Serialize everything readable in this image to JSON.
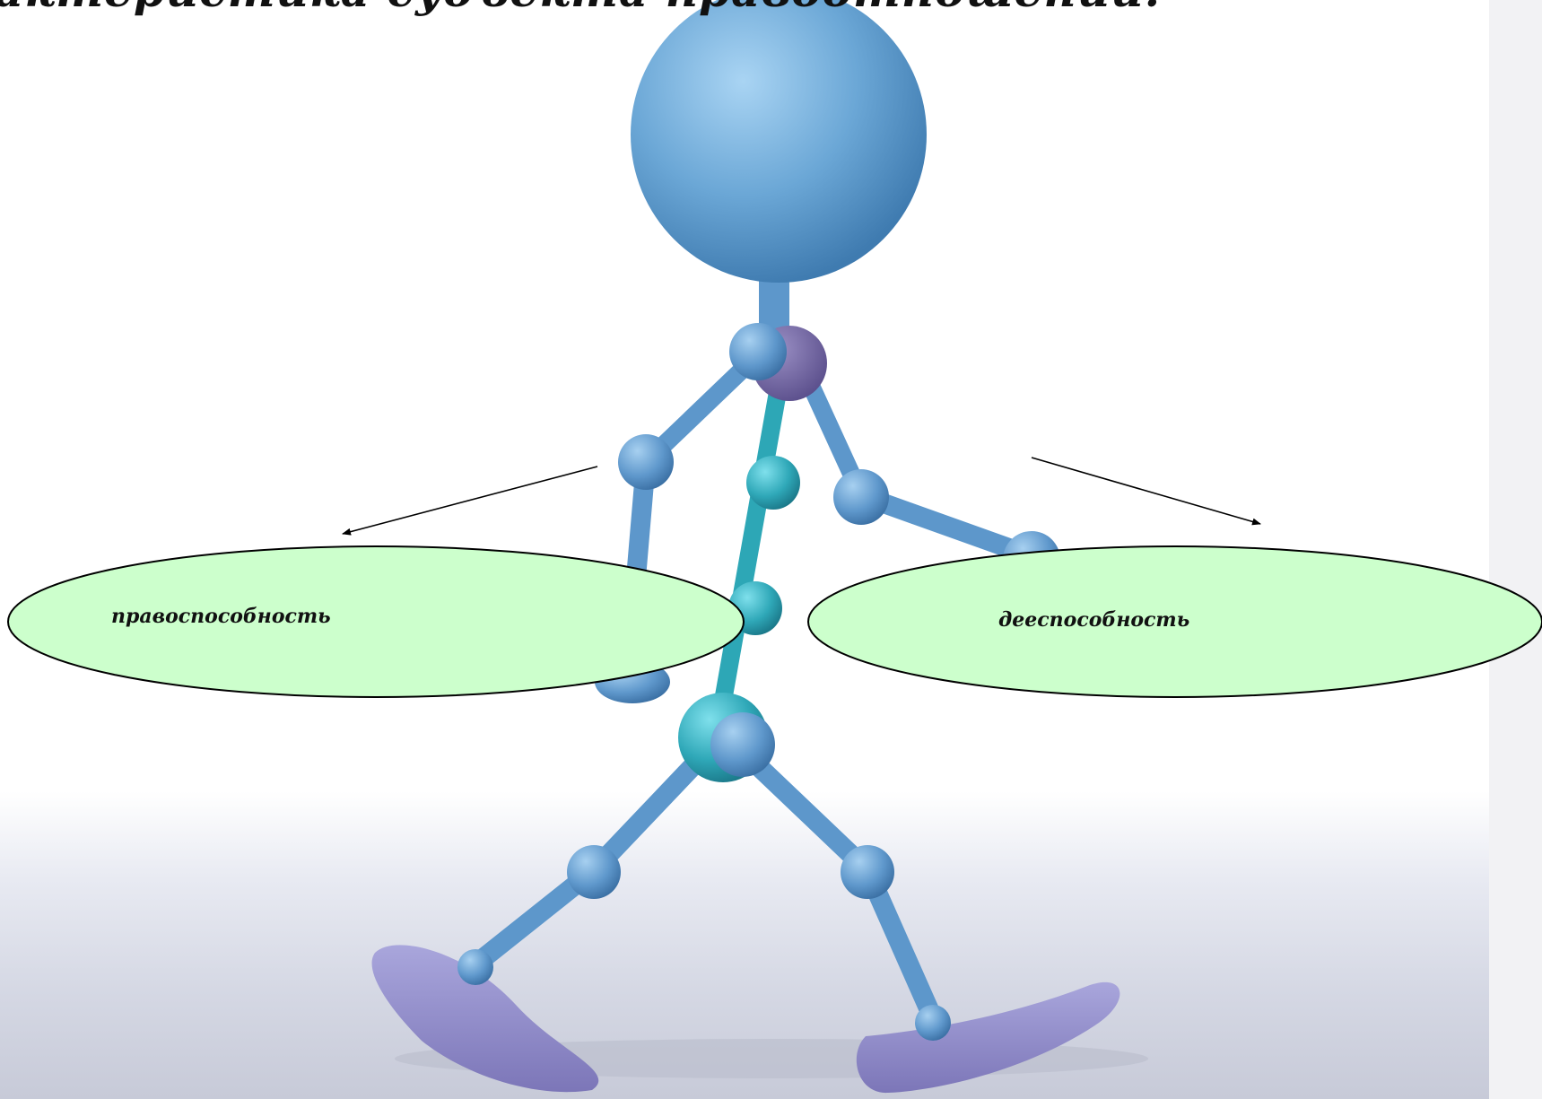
{
  "slide": {
    "title": "актеристика субъекта правоотношений."
  },
  "diagram": {
    "nodes": [
      {
        "id": "legal-capacity",
        "label": "правоспособность"
      },
      {
        "id": "active-capacity",
        "label": "дееспособность"
      }
    ],
    "colors": {
      "ellipse_fill": "#ccffcc",
      "ellipse_stroke": "#000000",
      "figure_body": "#6aa7d8",
      "figure_joint_teal": "#2ea6b6",
      "figure_feet": "#8c8ccf"
    }
  }
}
